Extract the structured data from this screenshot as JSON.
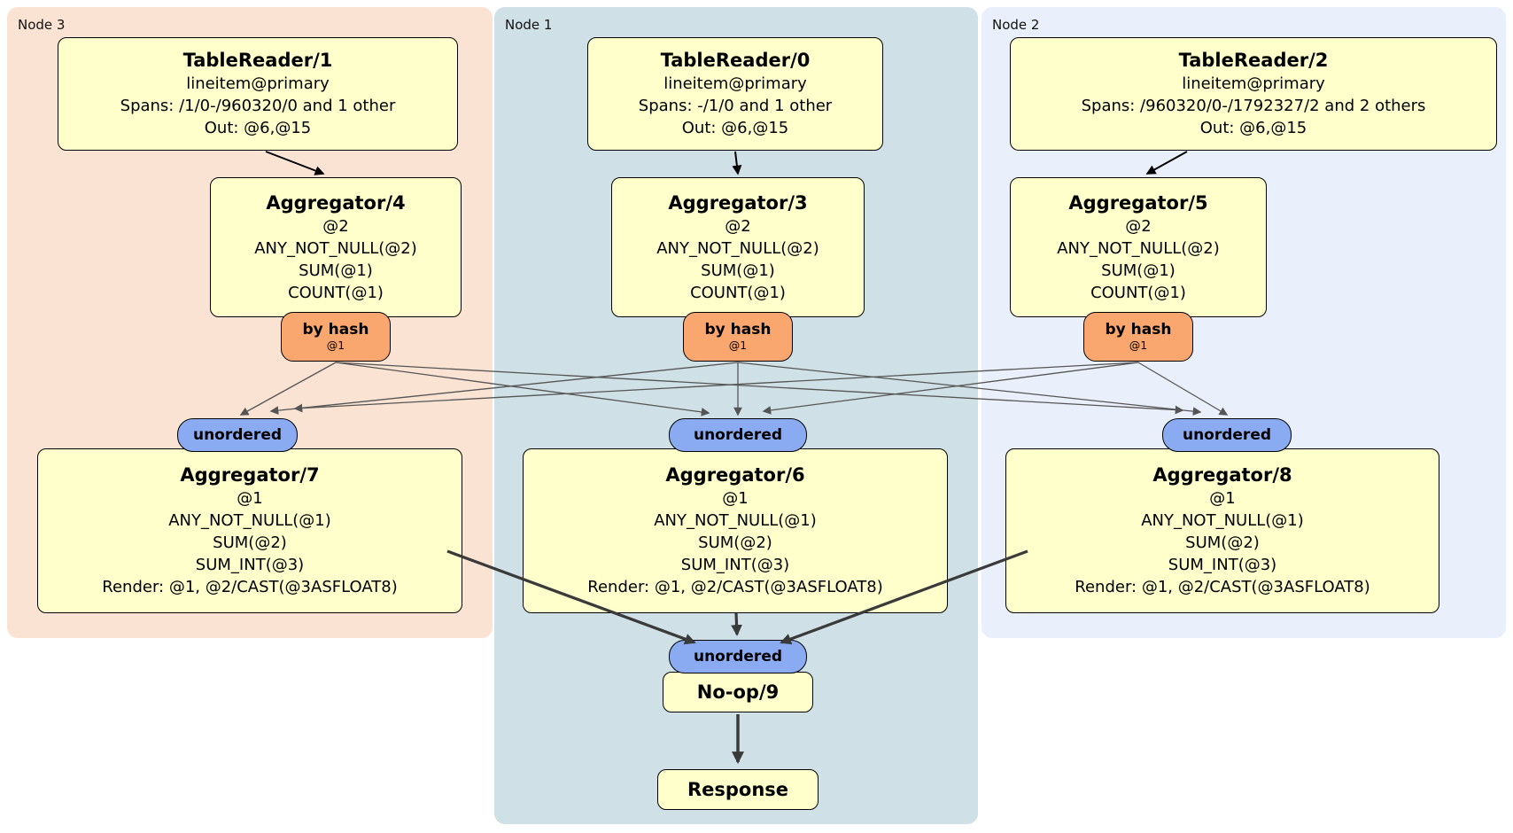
{
  "regions": {
    "node3": {
      "label": "Node 3"
    },
    "node1": {
      "label": "Node 1"
    },
    "node2": {
      "label": "Node 2"
    }
  },
  "node3": {
    "reader": {
      "title": "TableReader/1",
      "lines": [
        "lineitem@primary",
        "Spans: /1/0-/960320/0 and 1 other",
        "Out: @6,@15"
      ]
    },
    "agg_top": {
      "title": "Aggregator/4",
      "lines": [
        "@2",
        "ANY_NOT_NULL(@2)",
        "SUM(@1)",
        "COUNT(@1)"
      ]
    },
    "router": {
      "label": "by hash",
      "detail": "@1"
    },
    "sync": {
      "label": "unordered"
    },
    "agg_bot": {
      "title": "Aggregator/7",
      "lines": [
        "@1",
        "ANY_NOT_NULL(@1)",
        "SUM(@2)",
        "SUM_INT(@3)",
        "Render: @1, @2/CAST(@3ASFLOAT8)"
      ]
    }
  },
  "node1": {
    "reader": {
      "title": "TableReader/0",
      "lines": [
        "lineitem@primary",
        "Spans: -/1/0 and 1 other",
        "Out: @6,@15"
      ]
    },
    "agg_top": {
      "title": "Aggregator/3",
      "lines": [
        "@2",
        "ANY_NOT_NULL(@2)",
        "SUM(@1)",
        "COUNT(@1)"
      ]
    },
    "router": {
      "label": "by hash",
      "detail": "@1"
    },
    "sync": {
      "label": "unordered"
    },
    "agg_bot": {
      "title": "Aggregator/6",
      "lines": [
        "@1",
        "ANY_NOT_NULL(@1)",
        "SUM(@2)",
        "SUM_INT(@3)",
        "Render: @1, @2/CAST(@3ASFLOAT8)"
      ]
    }
  },
  "node2": {
    "reader": {
      "title": "TableReader/2",
      "lines": [
        "lineitem@primary",
        "Spans: /960320/0-/1792327/2 and 2 others",
        "Out: @6,@15"
      ]
    },
    "agg_top": {
      "title": "Aggregator/5",
      "lines": [
        "@2",
        "ANY_NOT_NULL(@2)",
        "SUM(@1)",
        "COUNT(@1)"
      ]
    },
    "router": {
      "label": "by hash",
      "detail": "@1"
    },
    "sync": {
      "label": "unordered"
    },
    "agg_bot": {
      "title": "Aggregator/8",
      "lines": [
        "@1",
        "ANY_NOT_NULL(@1)",
        "SUM(@2)",
        "SUM_INT(@3)",
        "Render: @1, @2/CAST(@3ASFLOAT8)"
      ]
    }
  },
  "final": {
    "sync": {
      "label": "unordered"
    },
    "noop": {
      "title": "No-op/9"
    },
    "response": {
      "title": "Response"
    }
  },
  "colors": {
    "node3_bg": "#fbe3d3",
    "node1_bg": "#cfe0e6",
    "node2_bg": "#e9f0fb",
    "box_bg": "#ffffcc",
    "router_bg": "#f9a76f",
    "sync_bg": "#8aabf2",
    "edge_gray": "#555555",
    "edge_dark": "#3a3a3a"
  }
}
